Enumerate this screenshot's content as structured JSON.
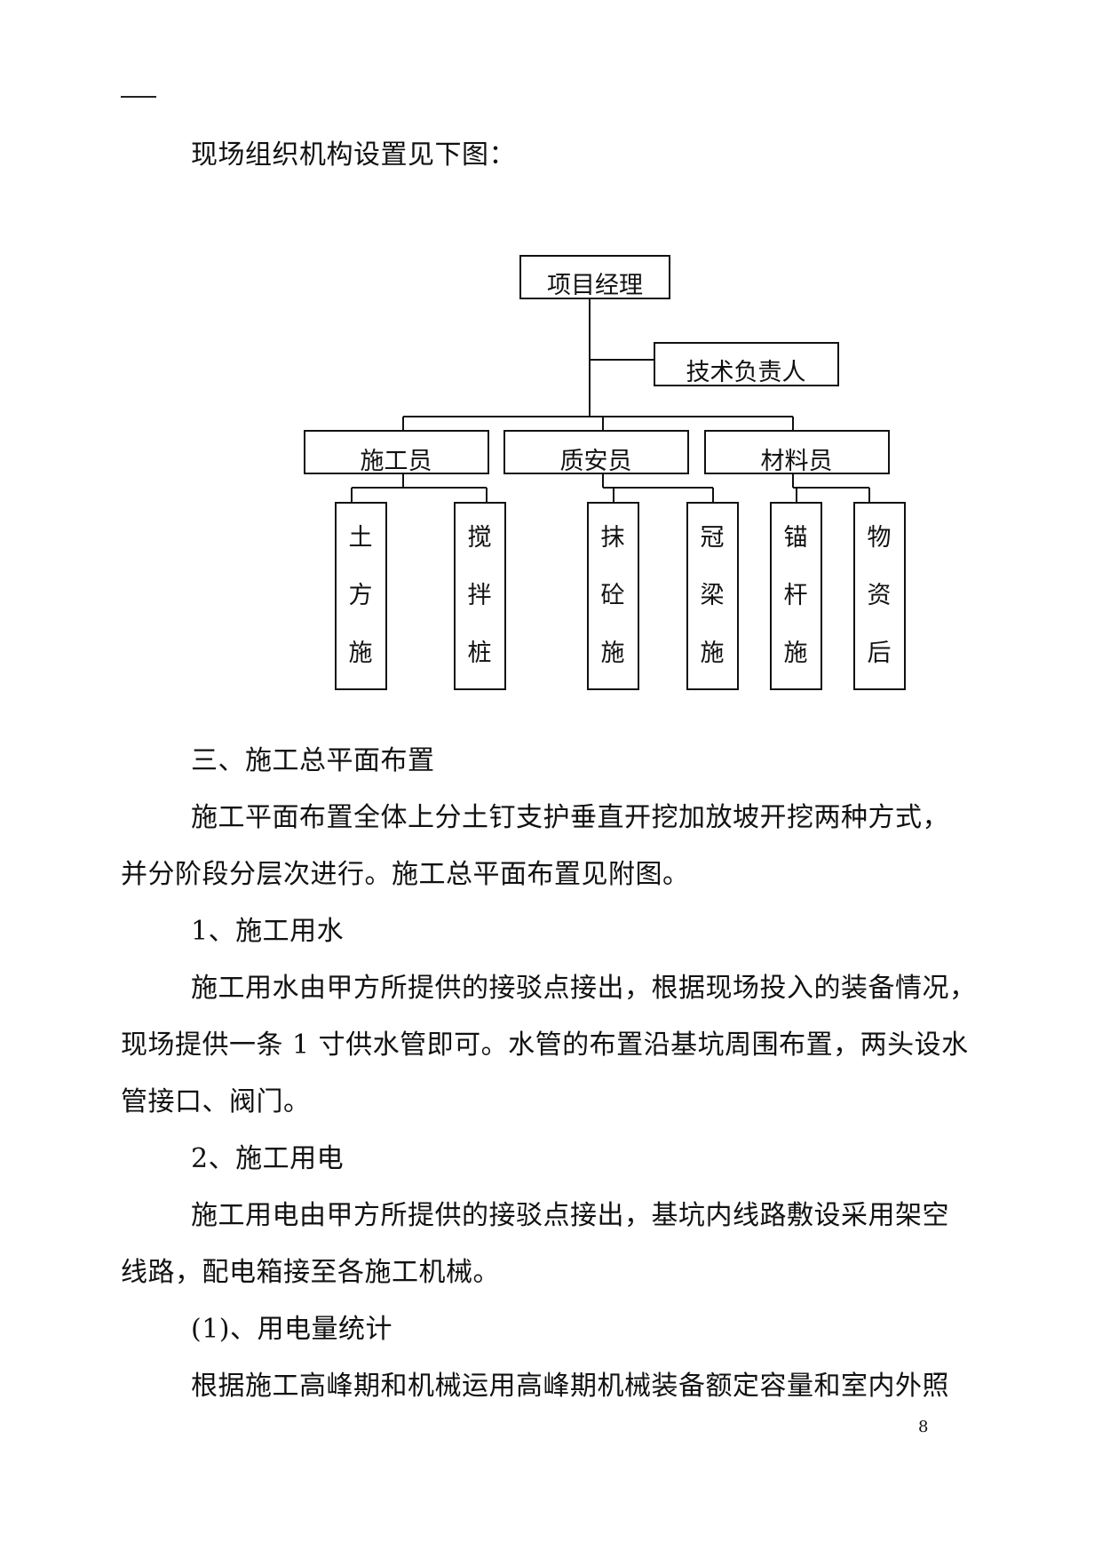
{
  "intro": "现场组织机构设置见下图：",
  "org_chart": {
    "top": "项目经理",
    "side": "技术负责人",
    "departments": [
      "施工员",
      "质安员",
      "材料员"
    ],
    "teams": [
      [
        "土",
        "方",
        "施"
      ],
      [
        "搅",
        "拌",
        "桩"
      ],
      [
        "抹",
        "砼",
        "施"
      ],
      [
        "冠",
        "梁",
        "施"
      ],
      [
        "锚",
        "杆",
        "施"
      ],
      [
        "物",
        "资",
        "后"
      ]
    ]
  },
  "body": {
    "heading3": "三、施工总平面布置",
    "p1_line1": "施工平面布置全体上分土钉支护垂直开挖加放坡开挖两种方式，",
    "p1_line2": "并分阶段分层次进行。施工总平面布置见附图。",
    "heading_water": "1、施工用水",
    "p2_line1": "施工用水由甲方所提供的接驳点接出，根据现场投入的装备情况，",
    "p2_line2": "现场提供一条 1 寸供水管即可。水管的布置沿基坑周围布置，两头设水",
    "p2_line3": "管接口、阀门。",
    "heading_power": "2、施工用电",
    "p3_line1": "施工用电由甲方所提供的接驳点接出，基坑内线路敷设采用架空",
    "p3_line2": "线路，配电箱接至各施工机械。",
    "heading_stats": "(1)、用电量统计",
    "p4_line1": "根据施工高峰期和机械运用高峰期机械装备额定容量和室内外照"
  },
  "page_number": "8"
}
